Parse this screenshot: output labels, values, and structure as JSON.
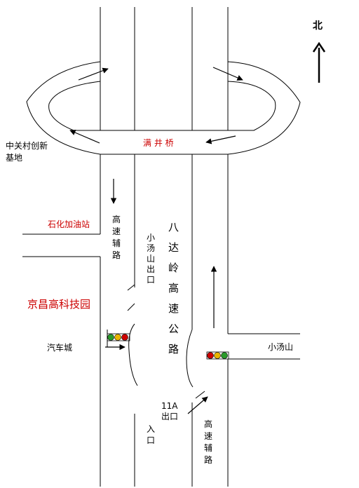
{
  "compass": {
    "north_label": "北"
  },
  "bridge": {
    "name": "满 井 桥"
  },
  "labels": {
    "zgc": [
      "中关村创新",
      "基地"
    ],
    "gas_station": "石化加油站",
    "gaosu_fulu_upper": [
      "高",
      "速",
      "辅",
      "路"
    ],
    "xtsh_exit": [
      "小",
      "汤",
      "山",
      "出",
      "口"
    ],
    "badaling": [
      "八",
      "达",
      "岭",
      "高",
      "速",
      "公",
      "路"
    ],
    "jingchang": "京昌高科技园",
    "qichecheng": "汽车城",
    "xiaotangshan": "小汤山",
    "exit_11a": [
      "11A",
      "出口"
    ],
    "entrance": [
      "入",
      "口"
    ],
    "gaosu_fulu_lower": [
      "高",
      "速",
      "辅",
      "路"
    ]
  },
  "colors": {
    "bridge_text": "#cc0000",
    "jingchang_text": "#cc0000",
    "gas_station_text": "#cc0000",
    "signal_red": "#cc0000",
    "signal_yellow": "#e8b400",
    "signal_green": "#2a9a2a"
  }
}
